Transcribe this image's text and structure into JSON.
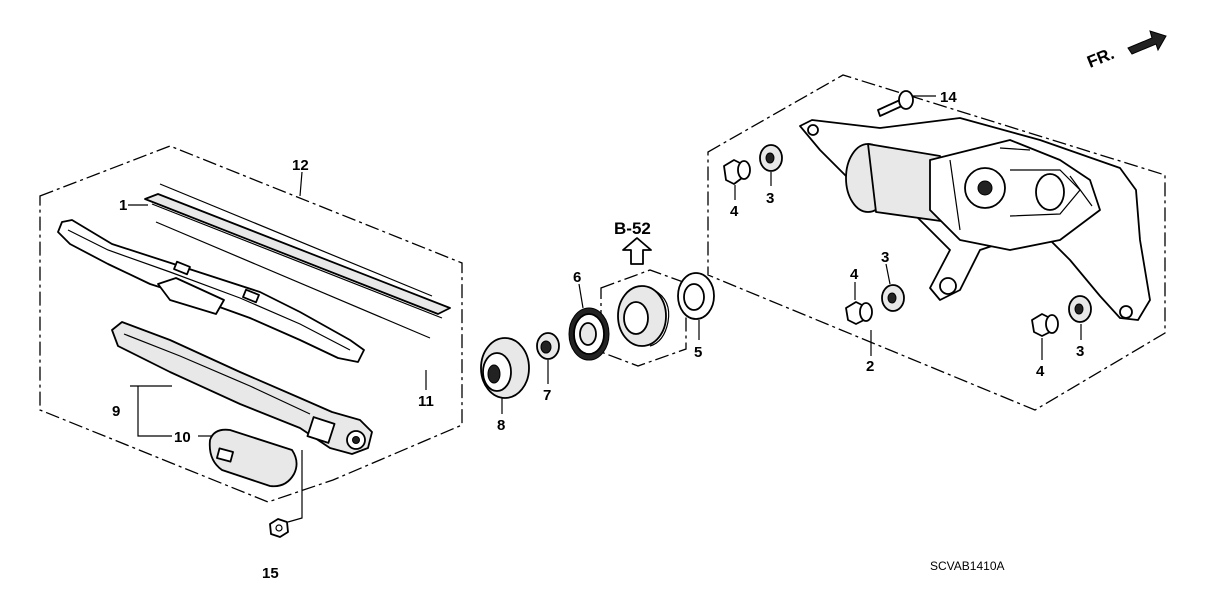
{
  "labels": {
    "p1": "1",
    "p2": "2",
    "p3a": "3",
    "p3b": "3",
    "p3c": "3",
    "p4a": "4",
    "p4b": "4",
    "p4c": "4",
    "p5": "5",
    "p6": "6",
    "p7": "7",
    "p8": "8",
    "p9": "9",
    "p10": "10",
    "p11": "11",
    "p12": "12",
    "p14": "14",
    "p15": "15"
  },
  "reference": "B-52",
  "direction": "FR.",
  "diagram_code": "SCVAB1410A"
}
